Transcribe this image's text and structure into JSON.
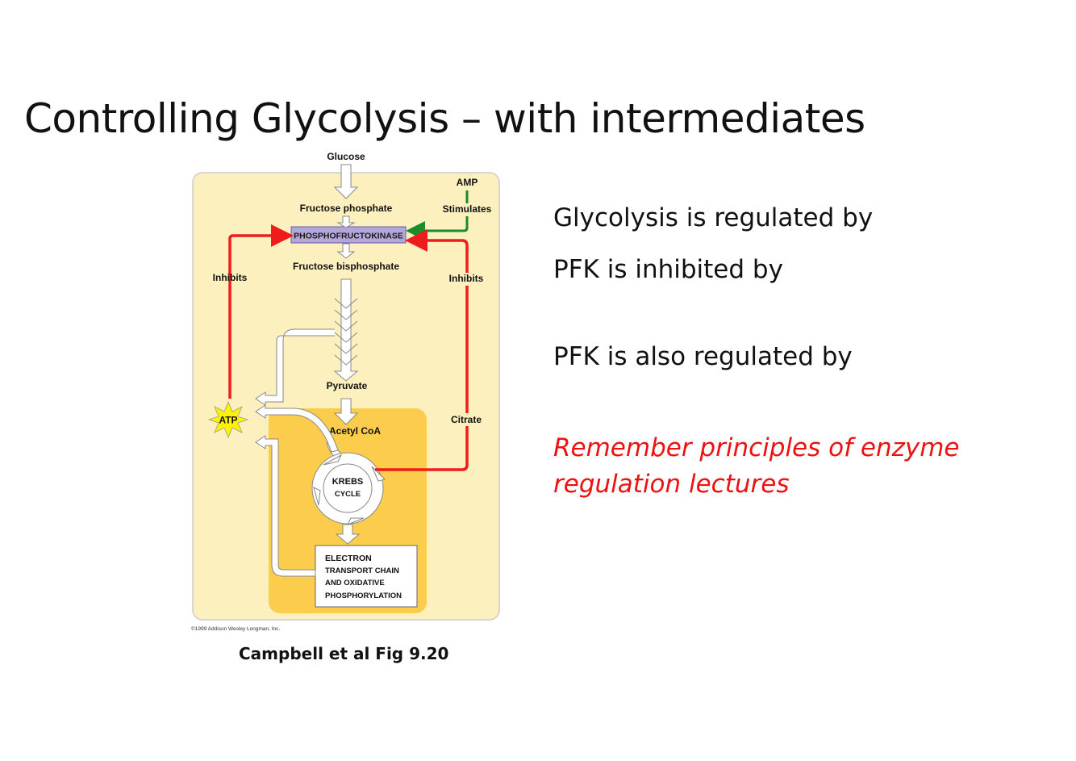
{
  "slide": {
    "title": "Controlling Glycolysis – with intermediates",
    "bullets": [
      "Glycolysis is regulated by",
      "PFK is inhibited by A",
      "PFK is also regulated by"
    ],
    "remember_line1": "Remember principles of enzyme",
    "remember_line2": "regulation lectures",
    "caption": "Campbell et al Fig 9.20"
  },
  "diagram": {
    "glucose": "Glucose",
    "fructose_phosphate": "Fructose phosphate",
    "pfk": "PHOSPHOFRUCTOKINASE",
    "fructose_bisphosphate": "Fructose bisphosphate",
    "pyruvate": "Pyruvate",
    "acetyl_coa": "Acetyl CoA",
    "krebs_1": "KREBS",
    "krebs_2": "CYCLE",
    "etc_1": "ELECTRON",
    "etc_2": "TRANSPORT CHAIN",
    "etc_3": "AND OXIDATIVE",
    "etc_4": "PHOSPHORYLATION",
    "amp": "AMP",
    "stimulates": "Stimulates",
    "inhibits_left": "Inhibits",
    "inhibits_right": "Inhibits",
    "citrate": "Citrate",
    "atp": "ATP",
    "copyright": "©1999 Addison Wesley Longman, Inc.",
    "colors": {
      "panel": "#fdf0bf",
      "mito": "#fccd4c",
      "pfk_box": "#b3a6d9",
      "inhibit": "#ee1c1c",
      "stimulate": "#1a8c2a",
      "atp_star": "#fff200"
    }
  }
}
